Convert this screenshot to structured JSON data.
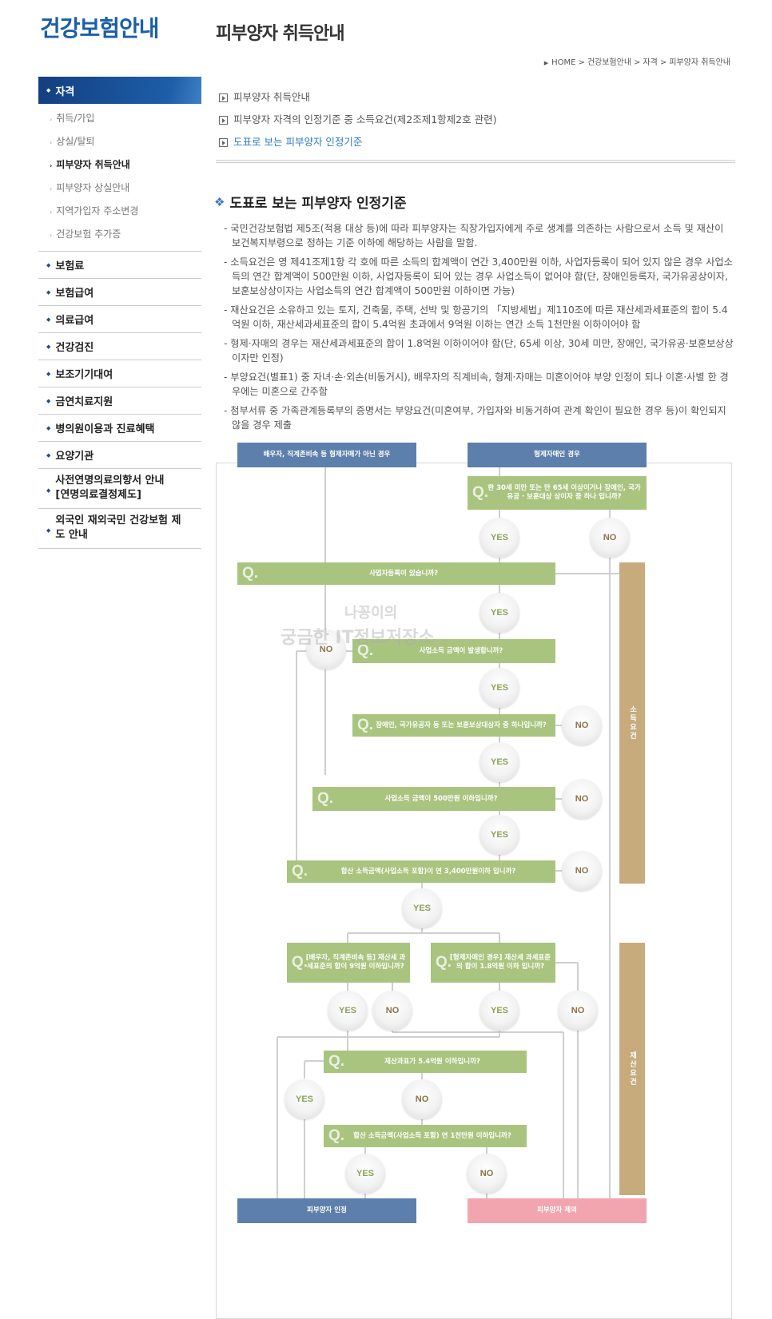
{
  "header": {
    "site_title": "건강보험안내",
    "page_title": "피부양자 취득안내",
    "breadcrumb": [
      "HOME",
      "건강보험안내",
      "자격",
      "피부양자 취득안내"
    ]
  },
  "sidebar": {
    "active_category": "자격",
    "sub_items": [
      "취득/가입",
      "상실/탈퇴",
      "피부양자 취득안내",
      "피부양자 상실안내",
      "지역가입자 주소변경",
      "건강보험 추가증"
    ],
    "categories": [
      "보험료",
      "보험급여",
      "의료급여",
      "건강검진",
      "보조기기대여",
      "금연치료지원",
      "병의원이용과 진료혜택",
      "요양기관"
    ],
    "multi_categories": [
      {
        "line1": "사전연명의료의향서 안내",
        "line2": "[연명의료결정제도]"
      },
      {
        "line1": "외국인 재외국민 건강보험 제",
        "line2": "도 안내"
      }
    ]
  },
  "toc": [
    "피부양자 취득안내",
    "피부양자 자격의 인정기준 중 소득요건(제2조제1항제2호 관련)",
    "도표로 보는 피부양자 인정기준"
  ],
  "section_title": "도표로 보는 피부양자 인정기준",
  "bullets": [
    "- 국민건강보험법 제5조(적용 대상 등)에 따라 피부양자는 직장가입자에게 주로 생계를 의존하는 사람으로서 소득 및 재산이 보건복지부령으로 정하는 기준 이하에 해당하는 사람을 말함.",
    "- 소득요건은 영 제41조제1항 각 호에 따른 소득의 합계액이 연간 3,400만원 이하, 사업자등록이 되어 있지 않은 경우 사업소득의 연간 합계액이 500만원 이하, 사업자등록이 되어 있는 경우 사업소득이 없어야 함(단, 장애인등록자, 국가유공상이자, 보훈보상상이자는 사업소득의 연간 합계액이 500만원 이하이면 가능)",
    "- 재산요건은 소유하고 있는 토지, 건축물, 주택, 선박 및 항공기의 「지방세법」제110조에 따른 재산세과세표준의 합이 5.4억원 이하, 재산세과세표준의 합이 5.4억원 초과에서 9억원 이하는 연간 소득 1천만원 이하이어야 함",
    "- 형제·자매의 경우는 재산세과세표준의 합이 1.8억원 이하이어야 함(단, 65세 이상, 30세 미만, 장애인, 국가유공·보훈보상상이자만 인정)",
    "- 부양요건(별표1) 중 자녀·손·외손(비동거시), 배우자의 직계비속, 형제·자매는 미혼이어야 부양 인정이 되나 이혼·사별 한 경우에는 미혼으로 간주함",
    "- 첨부서류 중 가족관계등록부의 증명서는 부양요건(미혼여부, 가입자와 비동거하여 관계 확인이 필요한 경우 등)이 확인되지 않을 경우 제출"
  ],
  "flowchart": {
    "q_mark": "Q.",
    "yes": "YES",
    "no": "NO",
    "start_left": "배우자, 직계존비속 등 형제자매가 아닌 경우",
    "start_right": "형제자매인 경우",
    "q_sibling": "한 30세 미만 또는 만 65세 이상이거나 장애인, 국가유공 · 보훈대상 상이자 중 하나 입니까?",
    "q_business": "사업자등록이 있습니까?",
    "q_biz_income": "사업소득 금액이 발생합니까?",
    "q_disabled": "장애인, 국가유공자 등 또는 보훈보상대상자 중 하나입니까?",
    "q_500": "사업소득 금액이 500만원 이하입니까?",
    "q_3400": "합산 소득금액(사업소득 포함)이 연 3,400만원이하 입니까?",
    "q_9": "[배우자, 직계존비속 등] 재산세 과세표준의 합이 9억원 이하입니까?",
    "q_18": "[형제자매인 경우] 재산세 과세표준의 합이 1.8억원 이하 입니까?",
    "q_54": "재산과표가 5.4억원 이하입니까?",
    "q_1000": "합산 소득금액(사업소득 포함) 연 1천만원 이하입니까?",
    "side_income": "소득요건",
    "side_property": "재산요건",
    "result_ok": "피부양자 인정",
    "result_no": "피부양자 제외"
  },
  "watermark": {
    "line1": "나꽁이의",
    "line2": "궁금한 IT정보저장소"
  }
}
